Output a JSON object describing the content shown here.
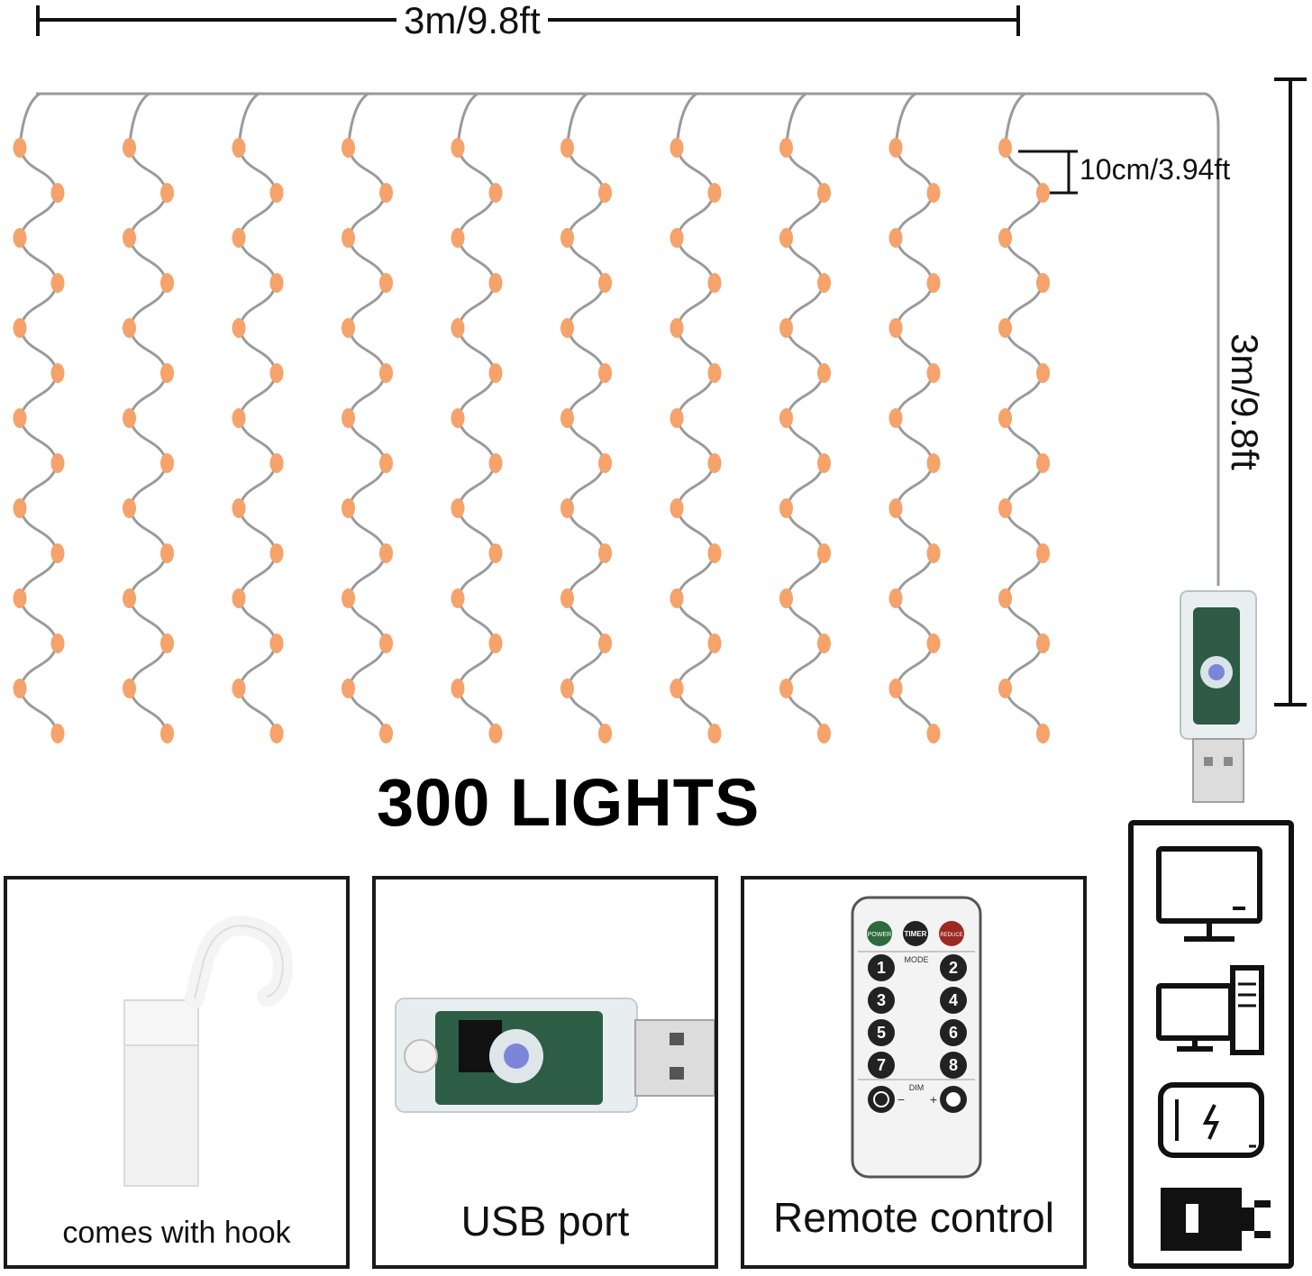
{
  "dimensions": {
    "width_label": "3m/9.8ft",
    "height_label": "3m/9.8ft",
    "bulb_spacing_label": "10cm/3.94ft"
  },
  "title": "300 LIGHTS",
  "light_strands": {
    "strand_count": 10,
    "bulb_color": "#f5a26b",
    "wire_color": "#9a9a9a"
  },
  "features": [
    {
      "id": "hook",
      "caption": "comes with hook"
    },
    {
      "id": "usb",
      "caption": "USB port"
    },
    {
      "id": "remote",
      "caption": "Remote control"
    }
  ],
  "remote": {
    "top_buttons": [
      "POWER",
      "TIMER",
      "REDUCE"
    ],
    "mode_label": "MODE",
    "number_buttons": [
      "1",
      "2",
      "3",
      "4",
      "5",
      "6",
      "7",
      "8"
    ],
    "dim_label": "DIM",
    "dim_minus": "−",
    "dim_plus": "+"
  },
  "power_sources": [
    "monitor-icon",
    "desktop-computer-icon",
    "power-bank-icon",
    "wall-adapter-icon"
  ]
}
